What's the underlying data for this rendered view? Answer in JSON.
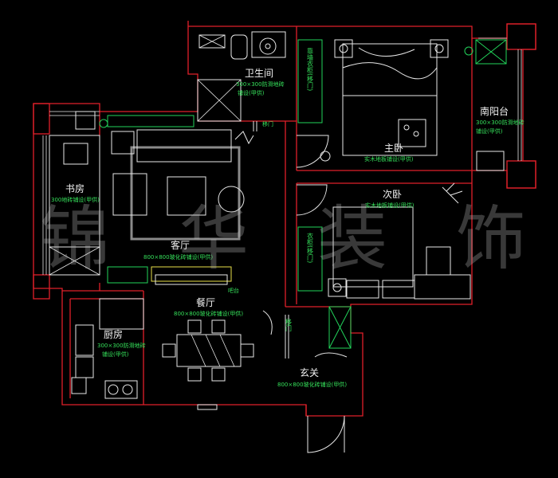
{
  "rooms": {
    "bathroom": {
      "name": "卫生间",
      "note1": "300×300防滑地砖",
      "note2": "铺设(甲供)"
    },
    "master_bedroom": {
      "name": "主卧",
      "note": "实木地板铺设(甲供)"
    },
    "south_balcony": {
      "name": "南阳台",
      "note1": "300×300防滑地砖",
      "note2": "铺设(甲供)"
    },
    "study": {
      "name": "书房",
      "note": "300地砖铺设(甲供)"
    },
    "living_room": {
      "name": "客厅",
      "note": "800×800玻化砖铺设(甲供)"
    },
    "second_bedroom": {
      "name": "次卧",
      "note": "实木地板铺设(甲供)"
    },
    "dining_room": {
      "name": "餐厅",
      "note": "800×800玻化砖铺设(甲供)"
    },
    "kitchen": {
      "name": "厨房",
      "note1": "300×300防滑地砖",
      "note2": "铺设(甲供)"
    },
    "entrance": {
      "name": "玄关",
      "note": "800×800玻化砖铺设(甲供)"
    }
  },
  "labels": {
    "door_bathroom": "移门",
    "door_entrance": "移门",
    "bar_counter": "吧台",
    "wardrobe_master": "靠墙衣柜(移门)",
    "wardrobe_second": "衣柜(移门)"
  },
  "watermark": "锦华装饰",
  "colors": {
    "wall": "#e0202a",
    "furniture": "#e8e8e8",
    "annotation": "#35e05a",
    "background": "#000000"
  }
}
